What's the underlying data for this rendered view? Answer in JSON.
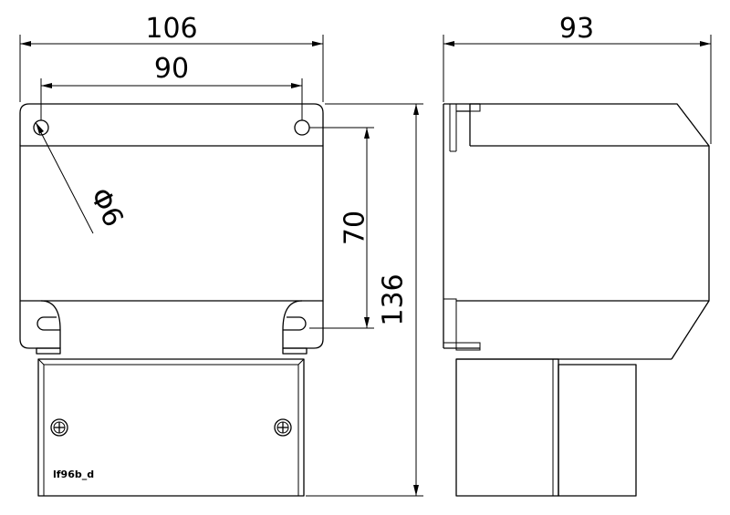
{
  "dimensions": {
    "total_width": "106",
    "hole_spacing_horizontal": "90",
    "side_depth": "93",
    "hole_spacing_vertical": "70",
    "total_height": "136",
    "hole_diameter": "Φ6"
  },
  "drawing_code": "lf96b_d"
}
